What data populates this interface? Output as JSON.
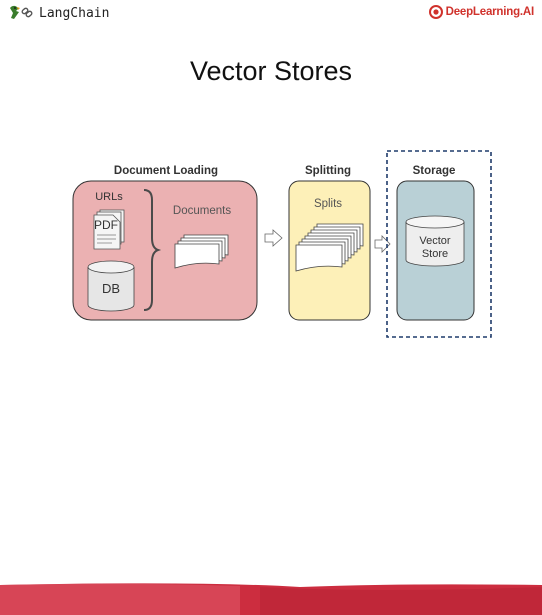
{
  "header": {
    "langchain_icon": "parrot-chain-icon",
    "langchain_text": "LangChain",
    "deeplearning_icon": "deeplearning-logo-icon",
    "deeplearning_text": "DeepLearning.AI"
  },
  "title": "Vector Stores",
  "diagram": {
    "document_loading": {
      "heading": "Document Loading",
      "urls_label": "URLs",
      "pdf_label": "PDF",
      "db_label": "DB",
      "documents_label": "Documents"
    },
    "splitting": {
      "heading": "Splitting",
      "splits_label": "Splits"
    },
    "storage": {
      "heading": "Storage",
      "vector_store_line1": "Vector",
      "vector_store_line2": "Store"
    }
  },
  "colors": {
    "loading_fill": "#ebb1b2",
    "splitting_fill": "#fdf0b8",
    "storage_fill": "#b9d0d6",
    "dashed_border": "#1f3b6b",
    "footer_red": "#cc2d3f"
  }
}
